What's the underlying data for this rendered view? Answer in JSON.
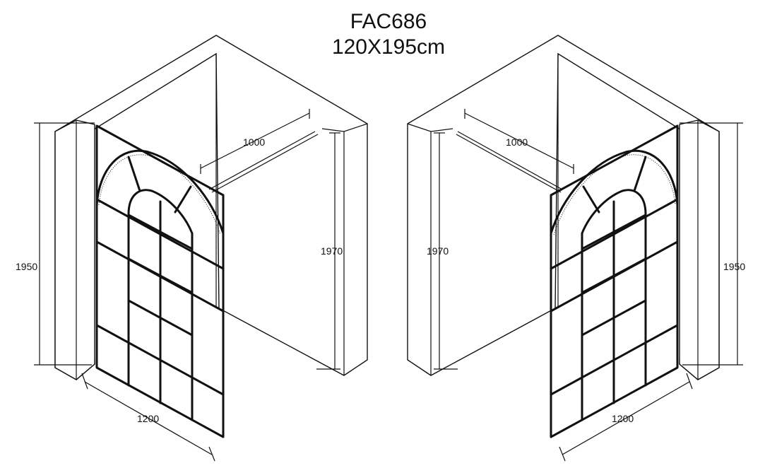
{
  "header": {
    "model": "FAC686",
    "size": "120X195cm"
  },
  "left_view": {
    "dim_top": "1000",
    "dim_height_wall": "1950",
    "dim_height_inner": "1970",
    "dim_width": "1200"
  },
  "right_view": {
    "dim_top": "1000",
    "dim_height_wall": "1950",
    "dim_height_inner": "1970",
    "dim_width": "1200"
  }
}
